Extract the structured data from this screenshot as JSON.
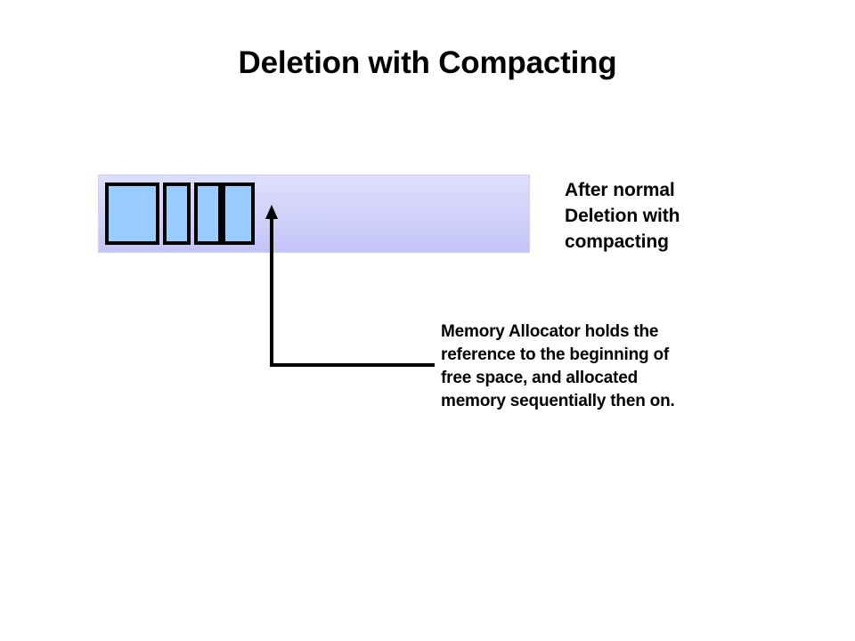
{
  "slide": {
    "background_color": "#ffffff",
    "title": {
      "normal_part": "Deletion with ",
      "strong_part": "Compacting",
      "full_text": "Deletion with Compacting"
    },
    "memory_bar": {
      "name": "memory-region",
      "gradient_top_color": "#dedefc",
      "gradient_bottom_color": "#c3c4f7",
      "block_fill_color": "#99ccff",
      "block_border_color": "#000000",
      "blocks": [
        {
          "label": "allocated-block-1"
        },
        {
          "label": "allocated-block-2"
        },
        {
          "label": "allocated-block-3"
        },
        {
          "label": "allocated-block-4"
        }
      ]
    },
    "pointer": {
      "name": "free-space-pointer",
      "stroke_color": "#000000"
    },
    "labels": {
      "after_deletion": "After normal\nDeletion with\ncompacting",
      "allocator_note": "Memory Allocator holds the\nreference to the beginning of\nfree space, and allocated\nmemory sequentially then on."
    }
  }
}
